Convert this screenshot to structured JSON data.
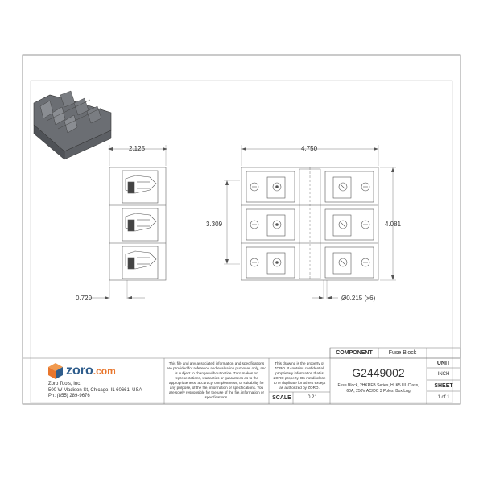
{
  "drawing": {
    "dimensions": {
      "side_width": "2.125",
      "side_offset": "0.720",
      "front_width": "4.750",
      "front_height_inner": "3.309",
      "front_height_outer": "4.081",
      "hole_diameter": "Ø0.215 (x6)"
    }
  },
  "title_block": {
    "brand": {
      "name_zoro": "zoro",
      "name_com": ".com"
    },
    "address": {
      "line1": "Zoro Tools, Inc.",
      "line2": "500 W Madison St, Chicago, IL 60661, USA",
      "line3": "Ph: (855) 289-9676"
    },
    "disclaimer": "This file and any associated information and specifications are provided for reference and evaluation purposes only, and is subject to change without notice. Zoro makes no representations, warranties or guarantees as to the appropriateness, accuracy, completeness, or suitability for any purpose, of the file, information or specifications. You are solely responsible for the use of the file, information or specifications.",
    "confidential": "This drawing is the property of ZORO. It contains confidential, proprietary information that is ZORO property. Do not disclose to or duplicate for others except as authorized by ZORO.",
    "scale_label": "SCALE",
    "scale_value": "0.21",
    "component_label": "COMPONENT",
    "component_value": "Fuse Block",
    "part_number": "G2449002",
    "description": "Fuse Block, 2HKRFB Series, H, K5 UL Class, 60A, 250V AC/DC 3 Poles, Box Lug",
    "unit_label": "UNIT",
    "unit_value": "INCH",
    "sheet_label": "SHEET",
    "sheet_value": "1 of 1"
  },
  "colors": {
    "brand_orange": "#e8762d",
    "brand_blue": "#2f5d8c",
    "line": "#555555",
    "iso_body": "#6b6e73"
  }
}
